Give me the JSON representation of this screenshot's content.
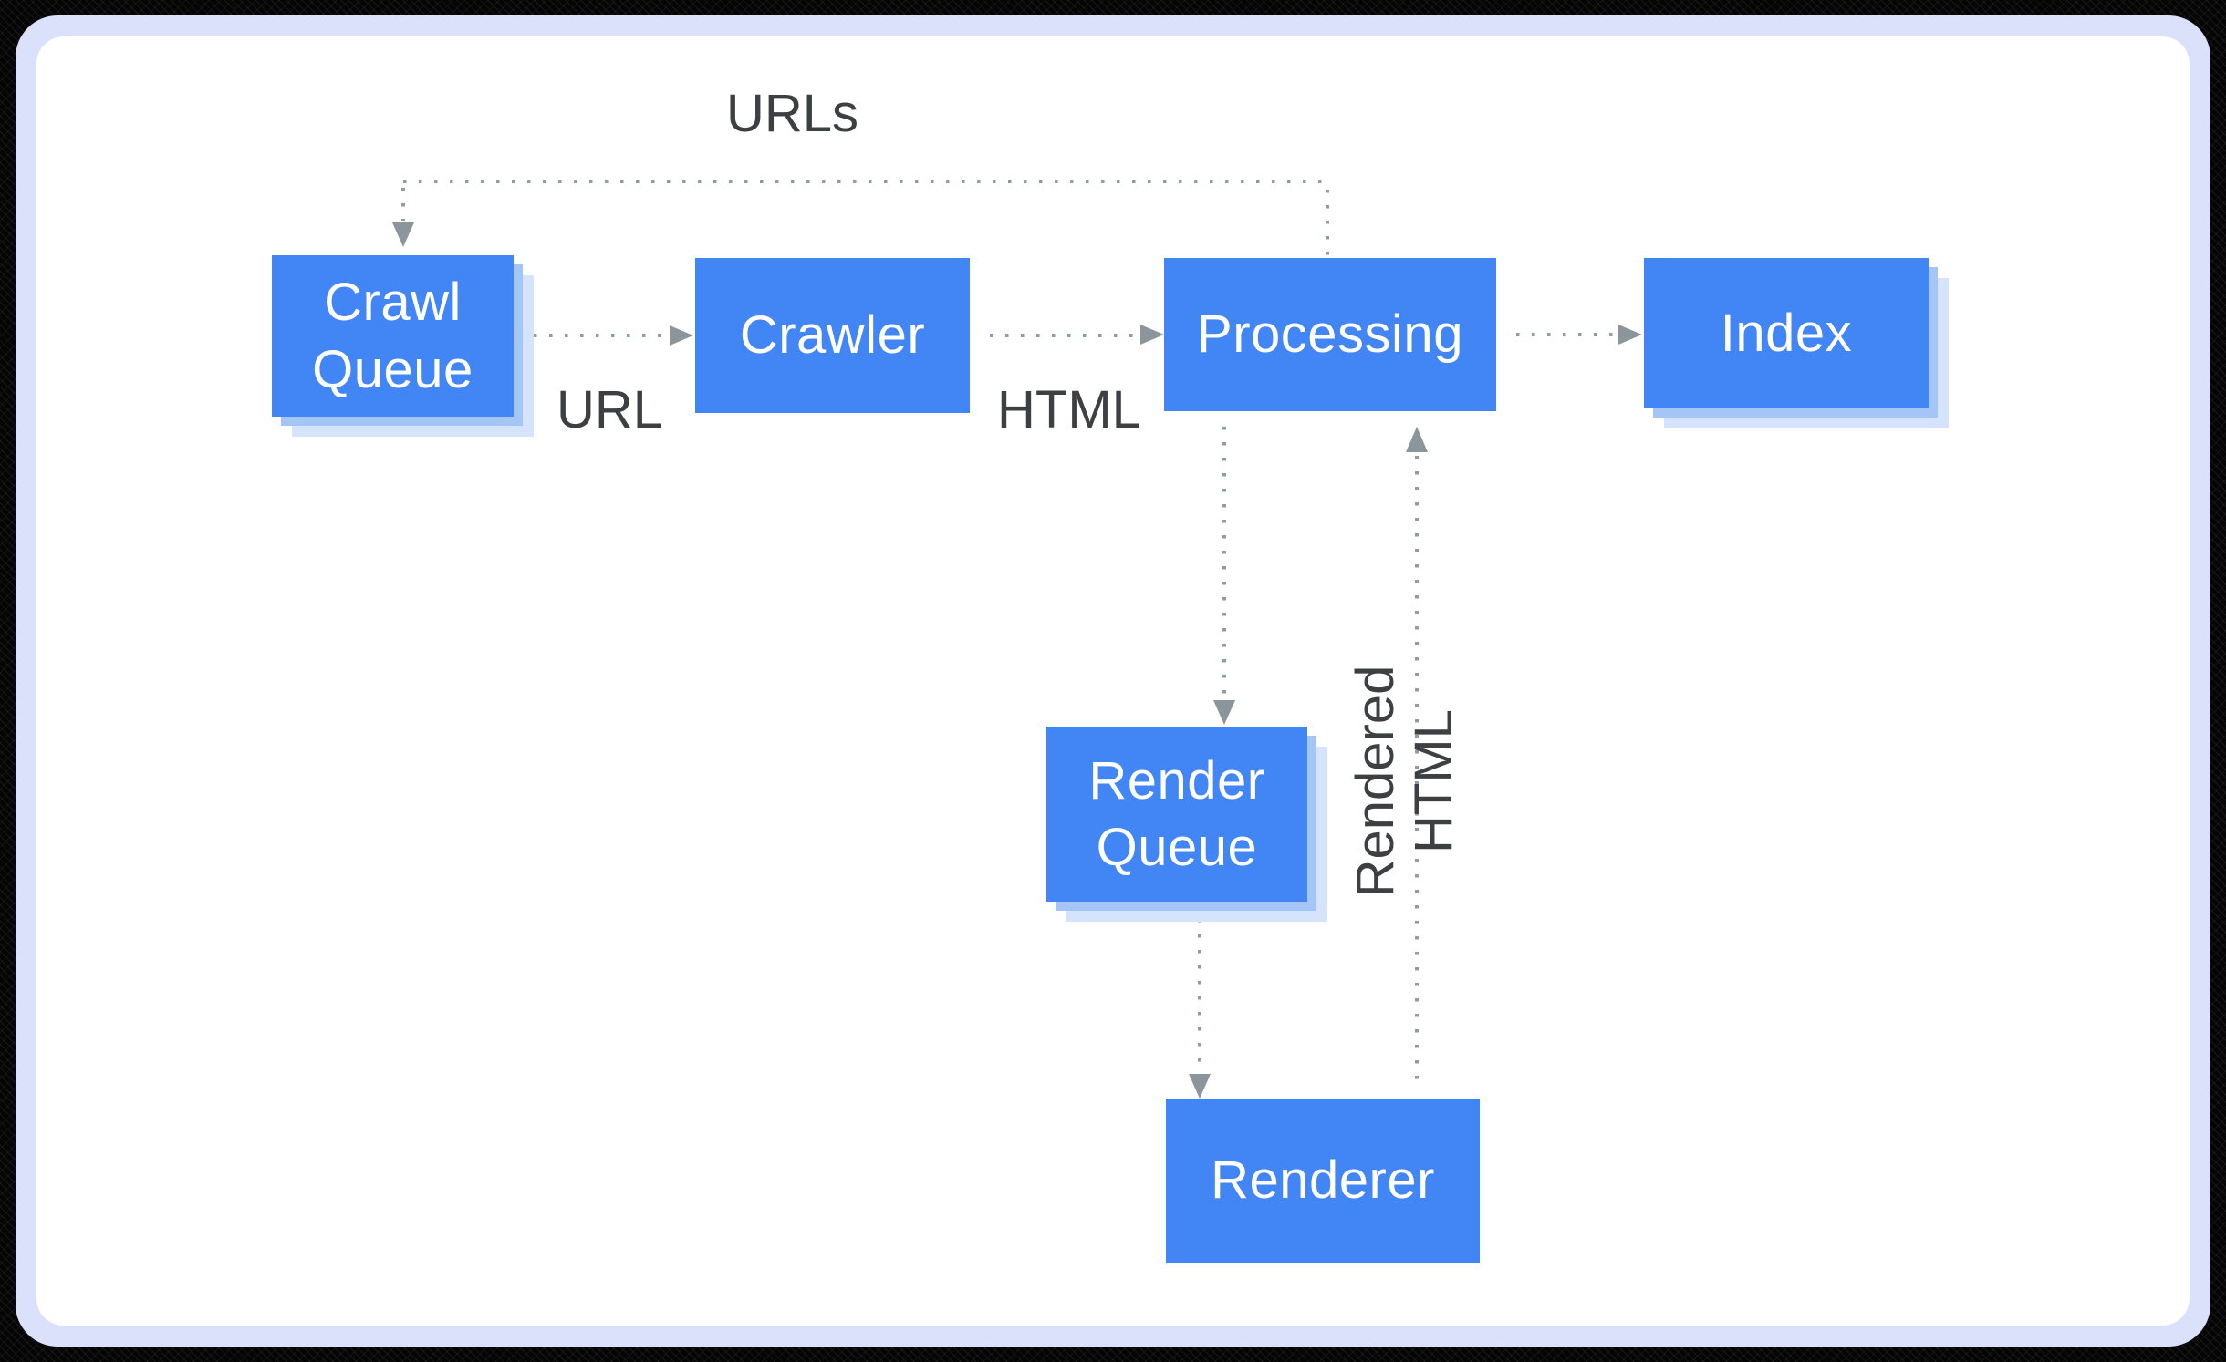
{
  "diagram": {
    "nodes": [
      {
        "label": "Crawl Queue",
        "type": "queue",
        "stacked_shadow": true
      },
      {
        "label": "Crawler",
        "type": "process",
        "stacked_shadow": false
      },
      {
        "label": "Processing",
        "type": "process",
        "stacked_shadow": false
      },
      {
        "label": "Index",
        "type": "store",
        "stacked_shadow": true
      },
      {
        "label": "Render Queue",
        "type": "queue",
        "stacked_shadow": true
      },
      {
        "label": "Renderer",
        "type": "process",
        "stacked_shadow": false
      }
    ],
    "edges": [
      {
        "from": "Processing",
        "to": "Crawl Queue",
        "label": "URLs",
        "style": "dotted"
      },
      {
        "from": "Crawl Queue",
        "to": "Crawler",
        "label": "URL",
        "style": "dotted"
      },
      {
        "from": "Crawler",
        "to": "Processing",
        "label": "HTML",
        "style": "dotted"
      },
      {
        "from": "Processing",
        "to": "Index",
        "label": "",
        "style": "dotted"
      },
      {
        "from": "Processing",
        "to": "Render Queue",
        "label": "",
        "style": "dotted"
      },
      {
        "from": "Render Queue",
        "to": "Renderer",
        "label": "",
        "style": "dotted"
      },
      {
        "from": "Renderer",
        "to": "Processing",
        "label": "Rendered HTML",
        "style": "dotted"
      }
    ],
    "colors": {
      "node_fill": "#4285f4",
      "node_text": "#ffffff",
      "node_shadow_near": "#a6c5f7",
      "node_shadow_far": "#d5e3fc",
      "connector_dots": "#8d9ca8",
      "arrowhead": "#8b959c",
      "edge_label_text": "#3c4043",
      "card_background": "#ffffff",
      "card_frame": "#dbe1fa",
      "page_background": "#000000"
    }
  }
}
